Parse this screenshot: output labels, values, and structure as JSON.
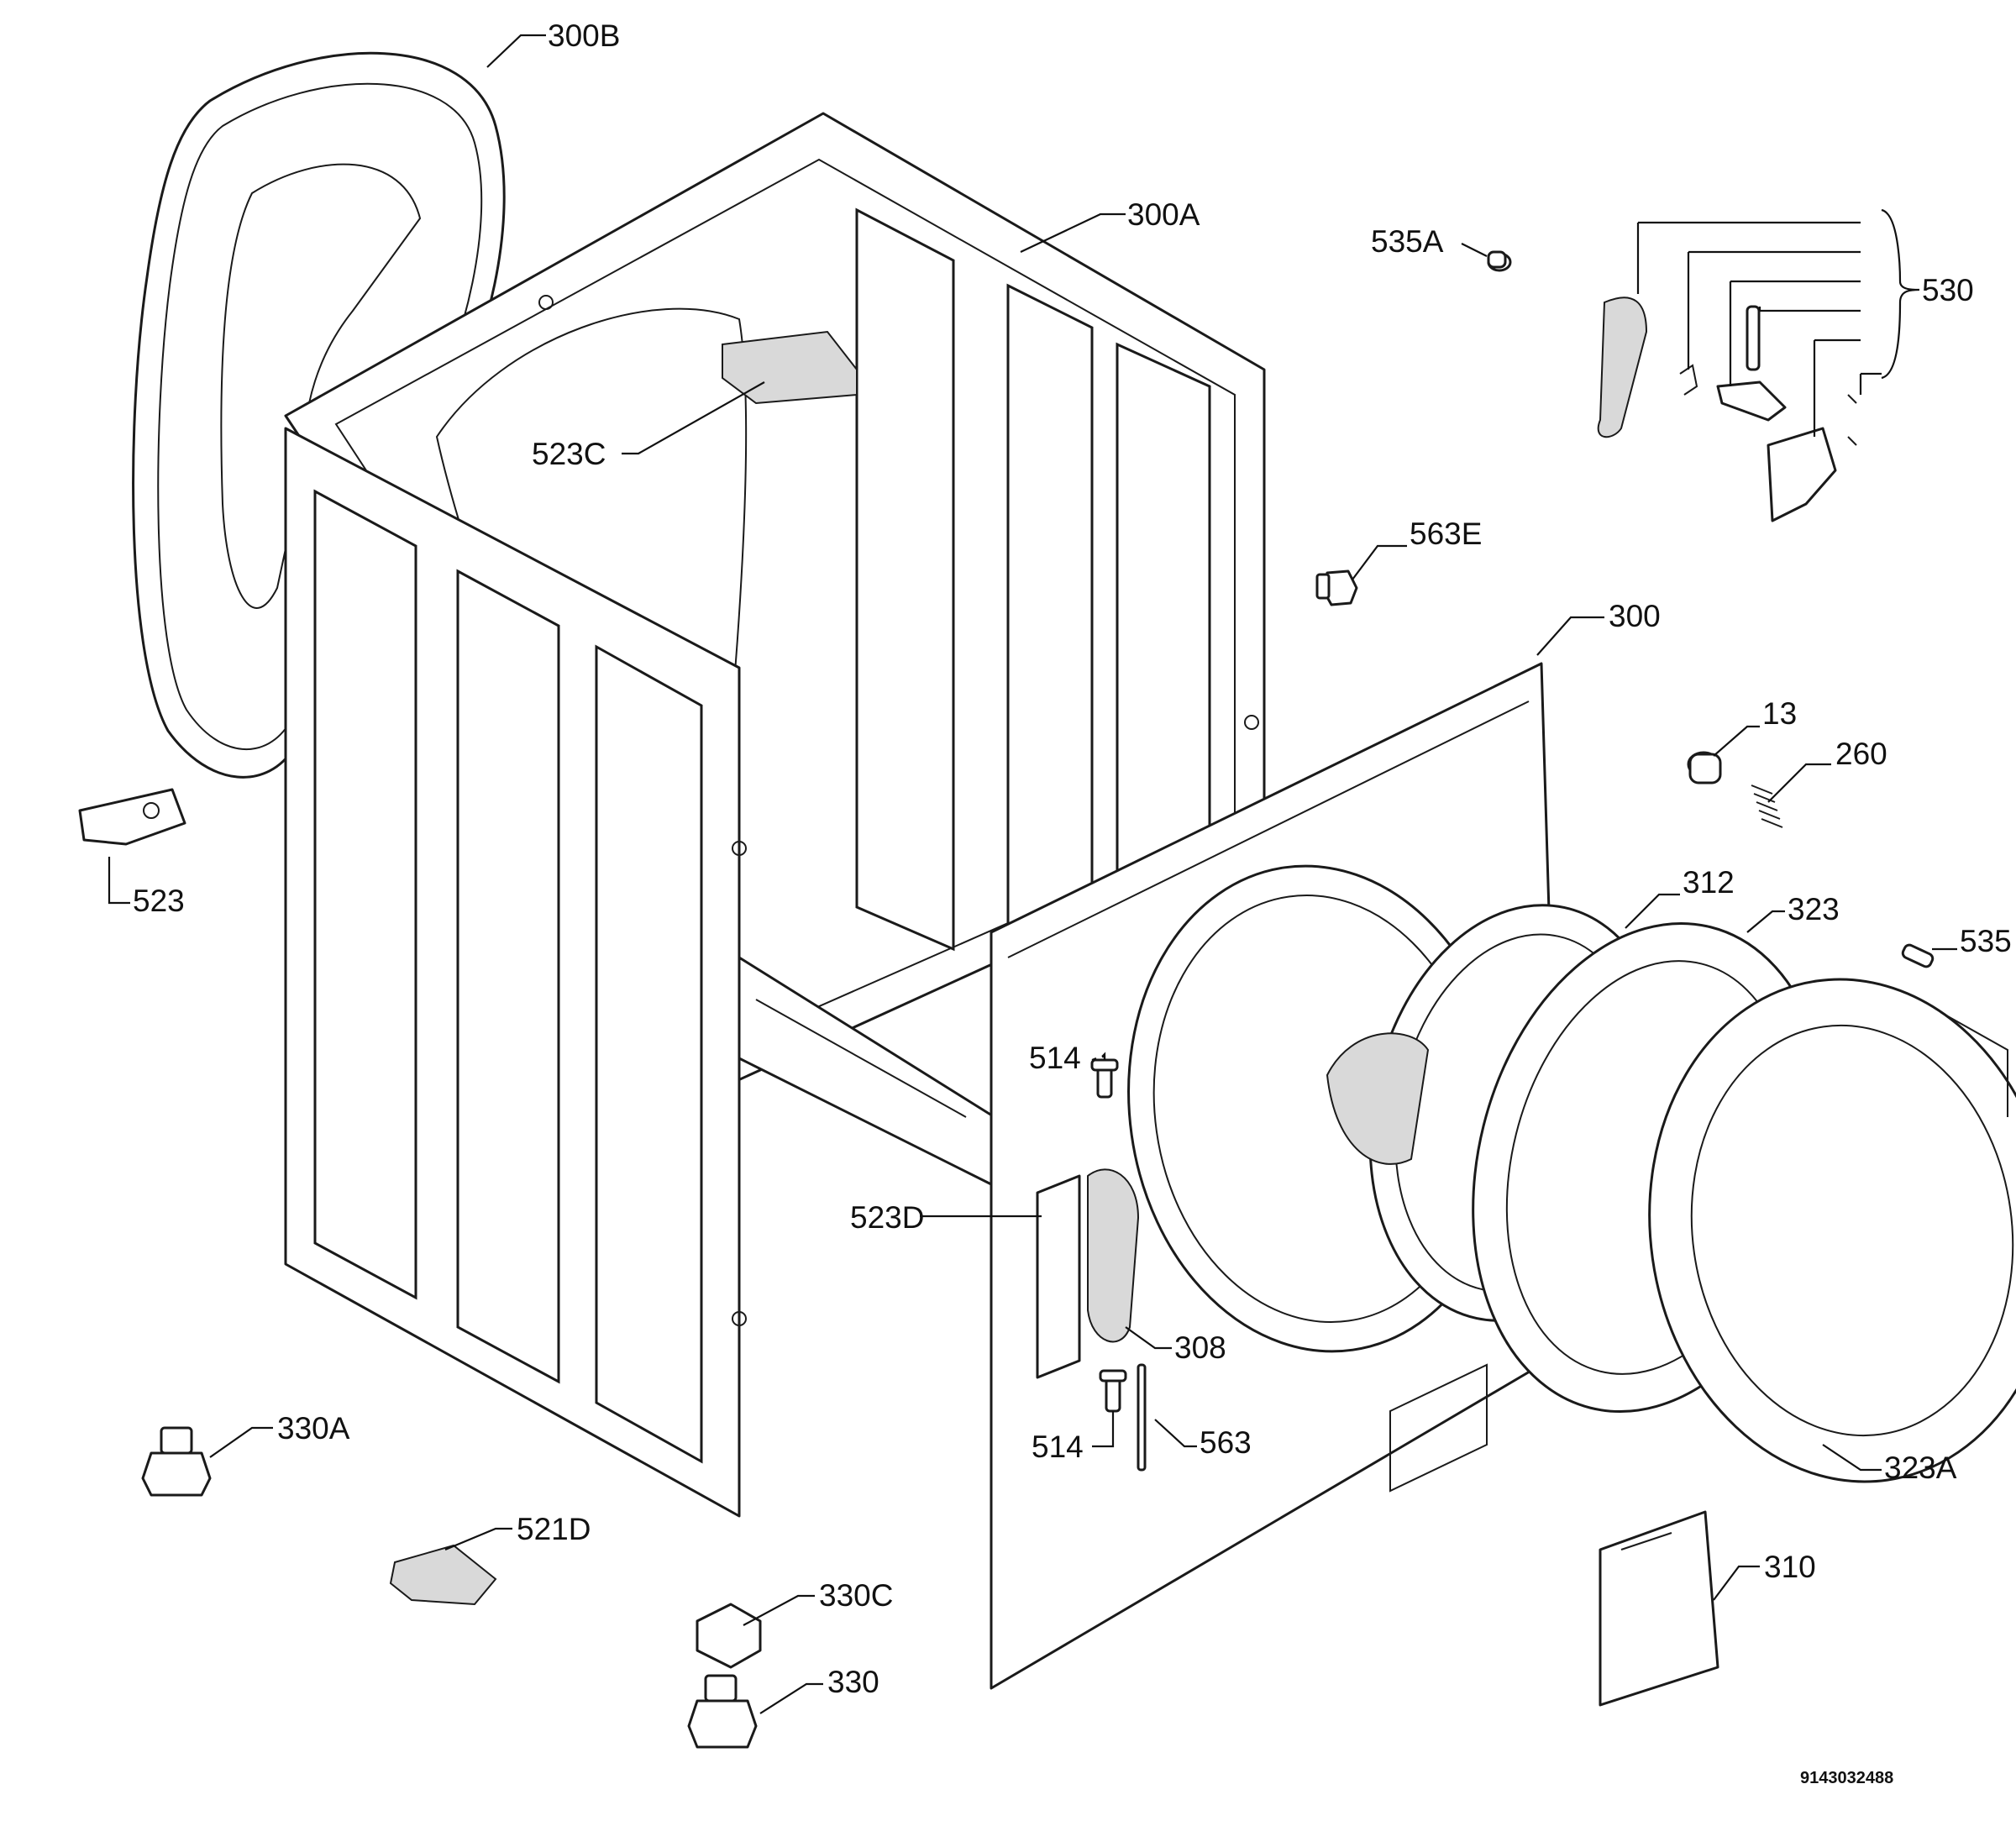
{
  "diagram": {
    "document_number": "9143032488",
    "callouts": {
      "c300B": "300B",
      "c300A": "300A",
      "c535A": "535A",
      "c530": "530",
      "c523C": "523C",
      "c563E": "563E",
      "c300": "300",
      "c13": "13",
      "c260": "260",
      "c523": "523",
      "c312": "312",
      "c323": "323",
      "c535": "535",
      "c514_top": "514",
      "c523D": "523D",
      "c308": "308",
      "c514_bottom": "514",
      "c563": "563",
      "c323A": "323A",
      "c330A": "330A",
      "c521D": "521D",
      "c330C": "330C",
      "c330": "330",
      "c310": "310"
    }
  }
}
